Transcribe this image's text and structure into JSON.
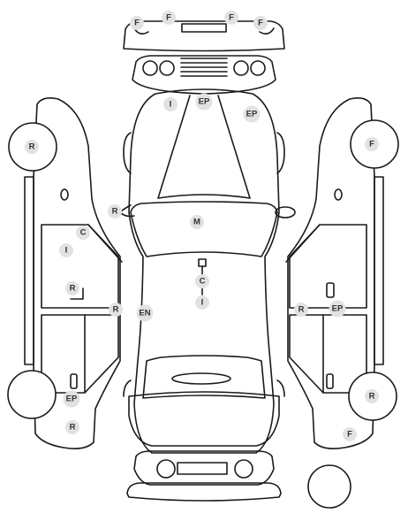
{
  "colors": {
    "outline": "#1a1a1a",
    "marker_bg": "#e2e2e2",
    "marker_text": "#333333"
  },
  "markers": [
    {
      "code": "F"
    },
    {
      "code": "F"
    },
    {
      "code": "F"
    },
    {
      "code": "F"
    },
    {
      "code": "I"
    },
    {
      "code": "EP"
    },
    {
      "code": "EP"
    },
    {
      "code": "R"
    },
    {
      "code": "F"
    },
    {
      "code": "R"
    },
    {
      "code": "M"
    },
    {
      "code": "C"
    },
    {
      "code": "I"
    },
    {
      "code": "R"
    },
    {
      "code": "R"
    },
    {
      "code": "EN"
    },
    {
      "code": "C"
    },
    {
      "code": "I"
    },
    {
      "code": "R"
    },
    {
      "code": "EP"
    },
    {
      "code": "EP"
    },
    {
      "code": "R"
    },
    {
      "code": "R"
    },
    {
      "code": "F"
    }
  ]
}
